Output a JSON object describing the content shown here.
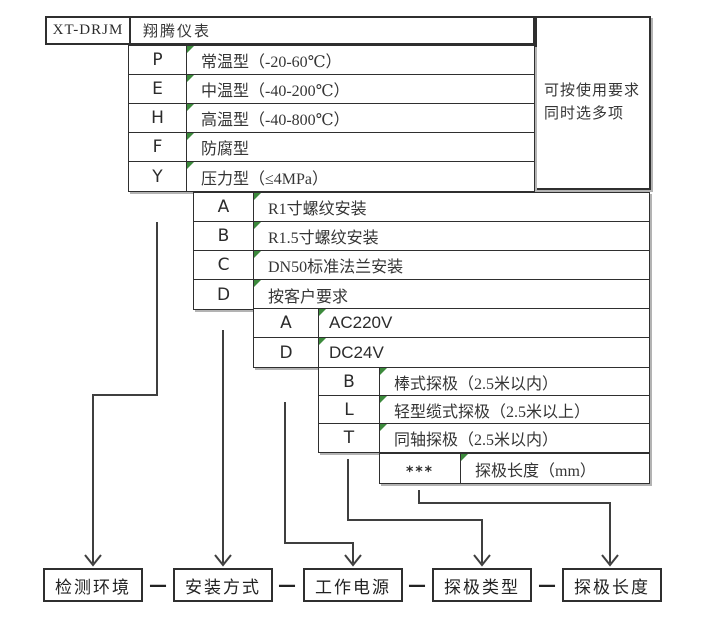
{
  "title": {
    "model": "XT-DRJM",
    "brand": "翔腾仪表"
  },
  "note": {
    "line1": "可按使用要求",
    "line2": "同时选多项"
  },
  "tiers": [
    {
      "name": "检测环境",
      "rows": [
        {
          "code": "P",
          "desc": "常温型（-20-60℃）"
        },
        {
          "code": "E",
          "desc": "中温型（-40-200℃）"
        },
        {
          "code": "H",
          "desc": "高温型（-40-800℃）"
        },
        {
          "code": "F",
          "desc": "防腐型"
        },
        {
          "code": "Y",
          "desc": "压力型（≤4MPa）"
        }
      ]
    },
    {
      "name": "安装方式",
      "rows": [
        {
          "code": "A",
          "desc": "R1寸螺纹安装"
        },
        {
          "code": "B",
          "desc": "R1.5寸螺纹安装"
        },
        {
          "code": "C",
          "desc": "DN50标准法兰安装"
        },
        {
          "code": "D",
          "desc": "按客户要求"
        }
      ]
    },
    {
      "name": "工作电源",
      "rows": [
        {
          "code": "A",
          "desc": "AC220V"
        },
        {
          "code": "D",
          "desc": "DC24V"
        }
      ]
    },
    {
      "name": "探极类型",
      "rows": [
        {
          "code": "B",
          "desc": "棒式探极（2.5米以内）"
        },
        {
          "code": "L",
          "desc": "轻型缆式探极（2.5米以上）"
        },
        {
          "code": "T",
          "desc": "同轴探极（2.5米以内）"
        }
      ]
    },
    {
      "name": "探极长度",
      "rows": [
        {
          "code": "***",
          "desc": "探极长度（mm）"
        }
      ]
    }
  ],
  "legend": {
    "separator": "—",
    "items": [
      "检测环境",
      "安装方式",
      "工作电源",
      "探极类型",
      "探极长度"
    ]
  },
  "colors": {
    "border": "#2f2f2f",
    "line": "#3f3f3f",
    "corner_mark": "#3c8a3c",
    "shadow": "#b3b3b3"
  }
}
